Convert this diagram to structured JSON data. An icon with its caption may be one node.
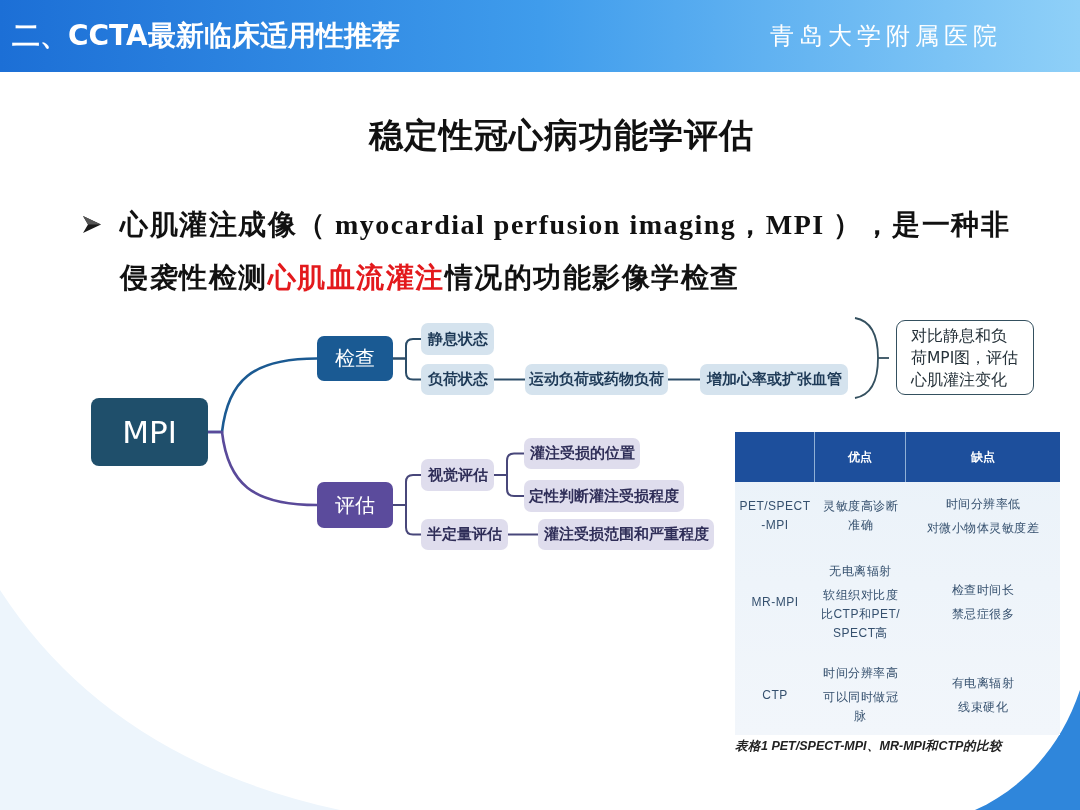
{
  "diagram": {
    "title": "稳定性冠心病功能学评估",
    "nodes": [
      {
        "text": [
          "MPI"
        ]
      },
      {
        "text": [
          "检查"
        ]
      },
      {
        "text": [
          "评估"
        ]
      },
      {
        "text": [
          "静息状态"
        ]
      },
      {
        "text": [
          "负荷状态"
        ]
      },
      {
        "text": [
          "运动负荷或药物负荷"
        ]
      },
      {
        "text": [
          "增加心率或扩张血管"
        ]
      },
      {
        "text": [
          "视觉评估"
        ]
      },
      {
        "text": [
          "灌注受损的位置"
        ]
      },
      {
        "text": [
          "定性判断灌注受损程度"
        ]
      },
      {
        "text": [
          "半定量评估"
        ]
      },
      {
        "text": [
          "灌注受损范围和严重程度"
        ]
      },
      {
        "text": [
          "对比静息和负荷MPI图，评估心肌灌注变化"
        ]
      }
    ],
    "edges": [
      {
        "from": 0,
        "to": 1,
        "arrow": "none",
        "color": "#1b5a92"
      },
      {
        "from": 0,
        "to": 2,
        "arrow": "none",
        "color": "#5a4a9a"
      },
      {
        "from": 1,
        "to": 3,
        "arrow": "none",
        "color": "#2c4d68"
      },
      {
        "from": 1,
        "to": 4,
        "arrow": "none",
        "color": "#2c4d68"
      },
      {
        "from": 4,
        "to": 5,
        "arrow": "none",
        "color": "#2c4d68"
      },
      {
        "from": 5,
        "to": 6,
        "arrow": "none",
        "color": "#2c4d68"
      },
      {
        "from": 2,
        "to": 7,
        "arrow": "none"
      },
      {
        "from": 2,
        "to": 10,
        "arrow": "none"
      },
      {
        "from": 7,
        "to": 8,
        "arrow": "none"
      },
      {
        "from": 7,
        "to": 9,
        "arrow": "none"
      },
      {
        "from": 10,
        "to": 11,
        "arrow": "none"
      }
    ],
    "labels": [
      "二、CCTA最新临床适用性推荐",
      "青岛大学附属医院",
      "心肌灌注成像（ myocardial perfusion imaging，MPI ），是一种非侵袭性检测**心肌血流灌注**情况的功能影像学检查",
      "优点",
      "缺点",
      "PET/SPECT -MPI",
      "灵敏度高诊断准确",
      "时间分辨率低",
      "对微小物体灵敏度差",
      "MR-MPI",
      "无电离辐射",
      "软组织对比度比CTP和PET/SPECT高",
      "检查时间长",
      "禁忌症很多",
      "CTP",
      "时间分辨率高",
      "可以同时做冠脉",
      "有电离辐射",
      "线束硬化",
      "表格1 PET/SPECT-MPI、MR-MPI和CTP的比较"
    ]
  }
}
